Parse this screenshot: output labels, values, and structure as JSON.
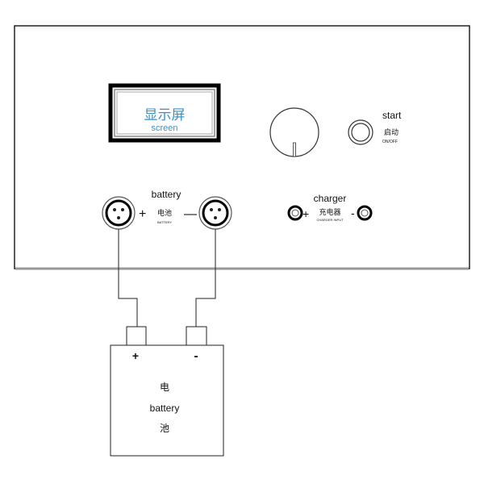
{
  "screen": {
    "label_cn": "显示屏",
    "label_en": "screen"
  },
  "start": {
    "label_en": "start",
    "label_cn": "启动",
    "label_sub": "ON/OFF"
  },
  "battery_port": {
    "label_en": "battery",
    "label_cn": "电池",
    "label_sub": "BATTERY",
    "plus": "+",
    "minus": "—"
  },
  "charger": {
    "label_en": "charger",
    "label_cn": "充电器",
    "label_sub": "CHARGER INPUT",
    "plus": "+",
    "minus": "-"
  },
  "battery": {
    "plus": "+",
    "minus": "-",
    "label_cn_top": "电",
    "label_en": "battery",
    "label_cn_bottom": "池"
  },
  "colors": {
    "screen_text": "#3a8fc9"
  }
}
